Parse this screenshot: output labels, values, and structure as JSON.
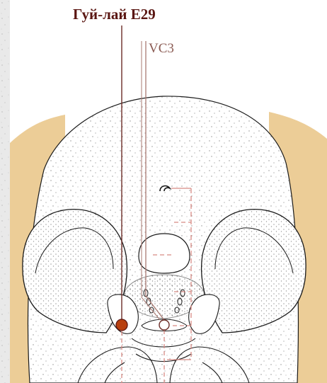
{
  "labels": {
    "point_1": "Гуй-лай E29",
    "point_2": "VC3"
  },
  "colors": {
    "background_frame": "#e9e9e9",
    "skin": "#eccd97",
    "point_1_marker": "#b8400f",
    "point_2_marker": "#ffffff",
    "leader_line_dark": "#6b2c26",
    "leader_line_light": "#a97a72",
    "measure_guide": "#d88a84",
    "outline": "#1a1a1a"
  },
  "icons": {
    "marker_1": "filled-circle",
    "marker_2": "hollow-circle"
  }
}
